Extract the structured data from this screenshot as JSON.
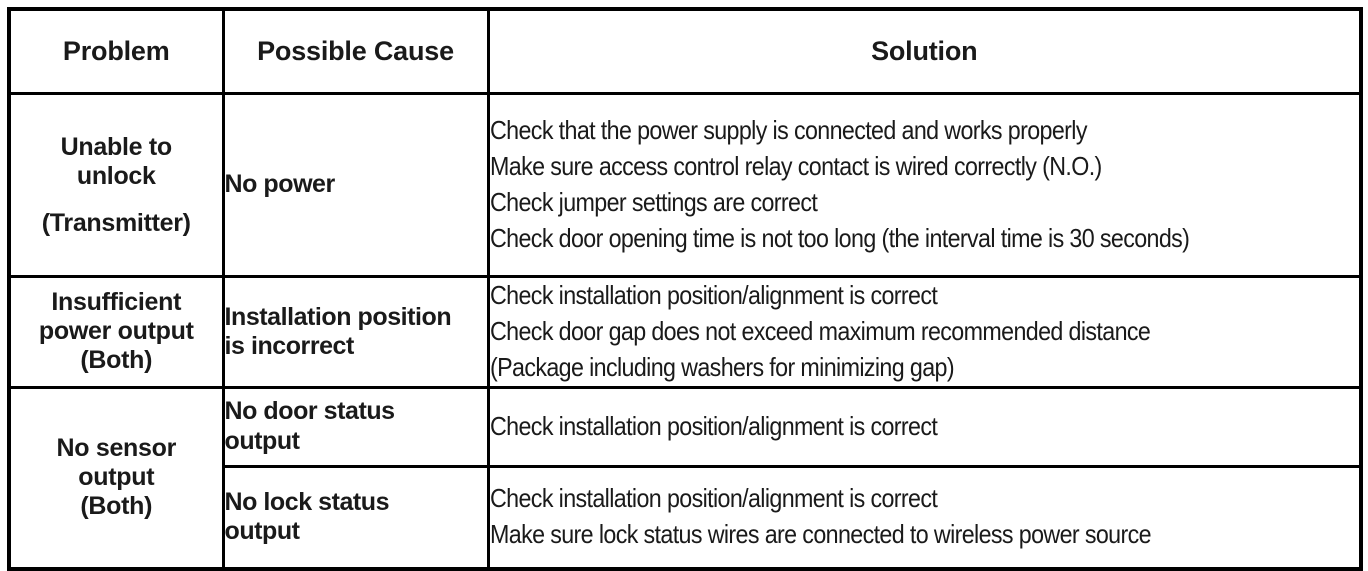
{
  "table": {
    "headers": {
      "problem": "Problem",
      "cause": "Possible Cause",
      "solution": "Solution"
    },
    "rows": [
      {
        "problem_lines": [
          "Unable to",
          "unlock",
          "(Transmitter)"
        ],
        "cause_lines": [
          "No power"
        ],
        "solution_lines": [
          "Check that the power supply is connected and works properly",
          "Make sure access control relay contact is wired correctly (N.O.)",
          "Check jumper settings are correct",
          "Check door opening time is not too long (the interval time is 30 seconds)"
        ]
      },
      {
        "problem_lines": [
          "Insufficient",
          "power output",
          "(Both)"
        ],
        "cause_lines": [
          "Installation position",
          "is incorrect"
        ],
        "solution_lines": [
          "Check installation position/alignment is correct",
          "Check door gap does not exceed maximum recommended distance",
          "(Package including washers for minimizing gap)"
        ]
      },
      {
        "problem_lines": [
          "No sensor",
          "output",
          "(Both)"
        ],
        "cause_lines": [
          "No door status",
          "output"
        ],
        "solution_lines": [
          "Check installation position/alignment is correct"
        ]
      },
      {
        "problem_lines": [],
        "cause_lines": [
          "No lock status",
          "output"
        ],
        "solution_lines": [
          "Check installation position/alignment is correct",
          "Make sure lock status wires are connected to wireless power source"
        ]
      }
    ]
  },
  "colors": {
    "border": "#000000",
    "text": "#1a1a1a",
    "background": "#ffffff"
  }
}
